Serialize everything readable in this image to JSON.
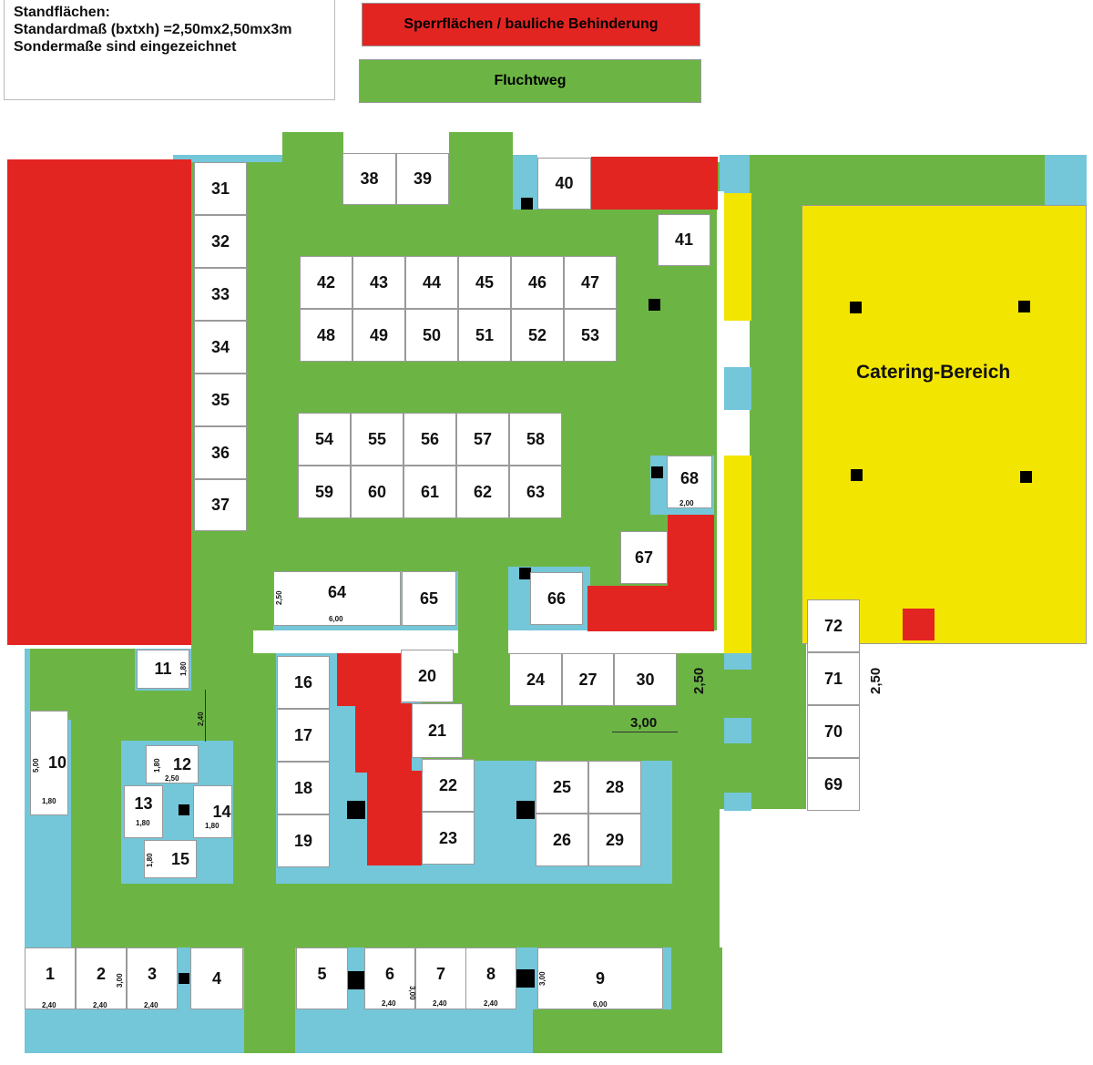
{
  "legend": {
    "line1": "Standflächen:",
    "line2": "Standardmaß (bxtxh) =2,50mx2,50mx3m",
    "line3": "Sondermaße sind eingezeichnet",
    "blocked_label": "Sperrflächen / bauliche Behinderung",
    "escape_label": "Fluchtweg"
  },
  "colors": {
    "blocked": "#e32522",
    "escape": "#6cb545",
    "catering": "#f2e500",
    "aisle": "#74c6d9"
  },
  "catering_label": "Catering-Bereich",
  "stands": {
    "s1": "1",
    "s2": "2",
    "s3": "3",
    "s4": "4",
    "s5": "5",
    "s6": "6",
    "s7": "7",
    "s8": "8",
    "s9": "9",
    "s10": "10",
    "s11": "11",
    "s12": "12",
    "s13": "13",
    "s14": "14",
    "s15": "15",
    "s16": "16",
    "s17": "17",
    "s18": "18",
    "s19": "19",
    "s20": "20",
    "s21": "21",
    "s22": "22",
    "s23": "23",
    "s24": "24",
    "s25": "25",
    "s26": "26",
    "s27": "27",
    "s28": "28",
    "s29": "29",
    "s30": "30",
    "s31": "31",
    "s32": "32",
    "s33": "33",
    "s34": "34",
    "s35": "35",
    "s36": "36",
    "s37": "37",
    "s38": "38",
    "s39": "39",
    "s40": "40",
    "s41": "41",
    "s42": "42",
    "s43": "43",
    "s44": "44",
    "s45": "45",
    "s46": "46",
    "s47": "47",
    "s48": "48",
    "s49": "49",
    "s50": "50",
    "s51": "51",
    "s52": "52",
    "s53": "53",
    "s54": "54",
    "s55": "55",
    "s56": "56",
    "s57": "57",
    "s58": "58",
    "s59": "59",
    "s60": "60",
    "s61": "61",
    "s62": "62",
    "s63": "63",
    "s64": "64",
    "s65": "65",
    "s66": "66",
    "s67": "67",
    "s68": "68",
    "s69": "69",
    "s70": "70",
    "s71": "71",
    "s72": "72"
  },
  "dimensions": {
    "d1w": "2,40",
    "d2w": "2,40",
    "d3w": "2,40",
    "d2h": "3,00",
    "d6w": "2,40",
    "d7w": "2,40",
    "d8w": "2,40",
    "d7h": "3,00",
    "d9w": "6,00",
    "d9h": "3,00",
    "d10h": "5,00",
    "d10w": "1,80",
    "d11h": "1,80",
    "d11gap": "2,40",
    "d12h": "1,80",
    "d12w": "2,50",
    "d13w": "1,80",
    "d14w": "1,80",
    "d15h": "1,80",
    "d64w": "6,00",
    "d64h": "2,50",
    "d68w": "2,00",
    "d30h": "2,50",
    "d30w": "3,00",
    "d71h": "2,50"
  }
}
